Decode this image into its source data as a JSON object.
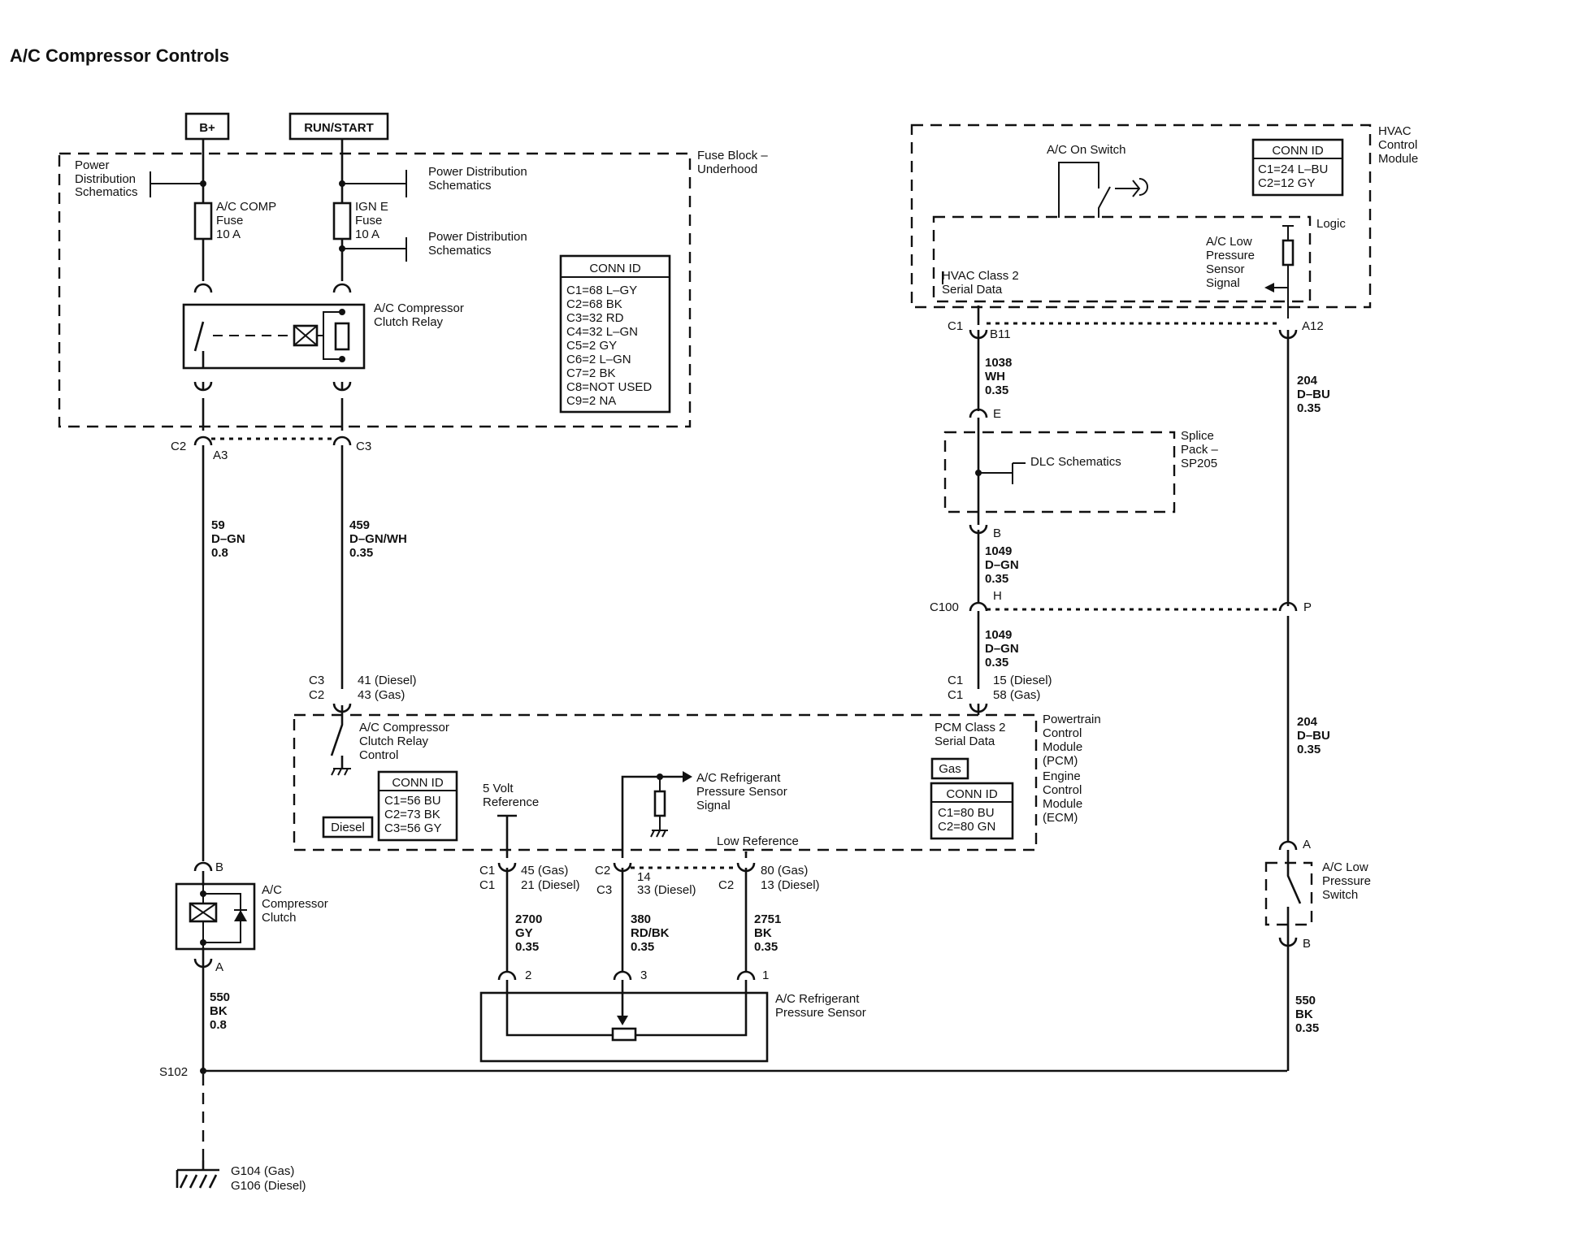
{
  "title": "A/C Compressor Controls",
  "power": {
    "bplus": "B+",
    "run_start": "RUN/START"
  },
  "fuse_block": {
    "name": [
      "Fuse Block –",
      "Underhood"
    ],
    "pds_left": [
      "Power",
      "Distribution",
      "Schematics"
    ],
    "pds_right1": [
      "Power Distribution",
      "Schematics"
    ],
    "pds_right2": [
      "Power Distribution",
      "Schematics"
    ],
    "fuse_ac": [
      "A/C COMP",
      "Fuse",
      "10 A"
    ],
    "fuse_ign": [
      "IGN E",
      "Fuse",
      "10 A"
    ],
    "relay": [
      "A/C Compressor",
      "Clutch Relay"
    ],
    "conn_title": "CONN ID",
    "conn": [
      "C1=68 L–GY",
      "C2=68 BK",
      "C3=32 RD",
      "C4=32 L–GN",
      "C5=2 GY",
      "C6=2 L–GN",
      "C7=2 BK",
      "C8=NOT USED",
      "C9=2 NA"
    ],
    "c2": "C2",
    "a3": "A3",
    "c3": "C3"
  },
  "wires": {
    "w59": [
      "59",
      "D–GN",
      "0.8"
    ],
    "w459": [
      "459",
      "D–GN/WH",
      "0.35"
    ],
    "w550_left": [
      "550",
      "BK",
      "0.8"
    ],
    "w1038": [
      "1038",
      "WH",
      "0.35"
    ],
    "w1049a": [
      "1049",
      "D–GN",
      "0.35"
    ],
    "w1049b": [
      "1049",
      "D–GN",
      "0.35"
    ],
    "w204a": [
      "204",
      "D–BU",
      "0.35"
    ],
    "w204b": [
      "204",
      "D–BU",
      "0.35"
    ],
    "w550_right": [
      "550",
      "BK",
      "0.35"
    ],
    "w2700": [
      "2700",
      "GY",
      "0.35"
    ],
    "w380": [
      "380",
      "RD/BK",
      "0.35"
    ],
    "w2751": [
      "2751",
      "BK",
      "0.35"
    ]
  },
  "hvac": {
    "name": [
      "HVAC",
      "Control",
      "Module"
    ],
    "on_switch": "A/C On Switch",
    "conn_title": "CONN ID",
    "conn": [
      "C1=24 L–BU",
      "C2=12 GY"
    ],
    "logic": "Logic",
    "class2": [
      "HVAC Class 2",
      "Serial Data"
    ],
    "lp_signal": [
      "A/C Low",
      "Pressure",
      "Sensor",
      "Signal"
    ],
    "c1": "C1",
    "b11": "B11",
    "a12": "A12"
  },
  "splice": {
    "name": [
      "Splice",
      "Pack –",
      "SP205"
    ],
    "dlc": "DLC Schematics",
    "e": "E",
    "b": "B"
  },
  "c100": {
    "name": "C100",
    "h": "H",
    "p": "P"
  },
  "pcm": {
    "name": [
      "Powertrain",
      "Control",
      "Module",
      "(PCM)",
      "Engine",
      "Control",
      "Module",
      "(ECM)"
    ],
    "class2": [
      "PCM Class 2",
      "Serial Data"
    ],
    "gas_badge": "Gas",
    "conn_title": "CONN ID",
    "conn": [
      "C1=80 BU",
      "C2=80 GN"
    ],
    "c1a": "C1",
    "c1b": "C1",
    "pin_top": "15 (Diesel)",
    "pin_bot": "58 (Gas)"
  },
  "ecm_left": {
    "c3": "C3",
    "c2": "C2",
    "pin_top": "41 (Diesel)",
    "pin_bot": "43 (Gas)",
    "relay_ctrl": [
      "A/C Compressor",
      "Clutch Relay",
      "Control"
    ],
    "conn_title": "CONN ID",
    "conn": [
      "C1=56 BU",
      "C2=73 BK",
      "C3=56 GY"
    ],
    "diesel_badge": "Diesel"
  },
  "sensor_circuit": {
    "five_volt": [
      "5 Volt",
      "Reference"
    ],
    "signal": [
      "A/C Refrigerant",
      "Pressure Sensor",
      "Signal"
    ],
    "low_ref": "Low Reference",
    "c1a": "C1",
    "c1b": "C1",
    "p45": "45 (Gas)",
    "p21": "21 (Diesel)",
    "c2": "C2",
    "c3": "C3",
    "p14": "14",
    "p33": "33 (Diesel)",
    "c2b": "C2",
    "p80": "80 (Gas)",
    "p13": "13 (Diesel)",
    "s2": "2",
    "s3": "3",
    "s1": "1",
    "sensor": [
      "A/C Refrigerant",
      "Pressure Sensor"
    ]
  },
  "clutch": {
    "name": [
      "A/C",
      "Compressor",
      "Clutch"
    ],
    "b": "B",
    "a": "A"
  },
  "lp_switch": {
    "name": [
      "A/C Low",
      "Pressure",
      "Switch"
    ],
    "a": "A",
    "b": "B"
  },
  "ground": {
    "s102": "S102",
    "g1": "G104 (Gas)",
    "g2": "G106 (Diesel)"
  }
}
